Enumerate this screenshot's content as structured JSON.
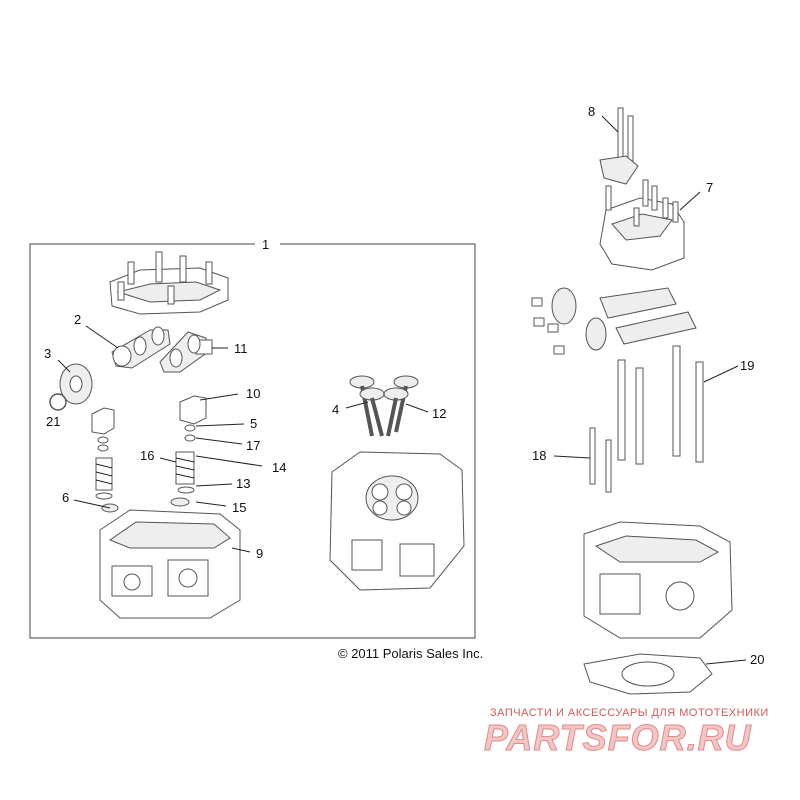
{
  "callouts": {
    "c1": "1",
    "c2": "2",
    "c3": "3",
    "c4": "4",
    "c5": "5",
    "c6": "6",
    "c7": "7",
    "c8": "8",
    "c9": "9",
    "c10": "10",
    "c11": "11",
    "c12": "12",
    "c13": "13",
    "c14": "14",
    "c15": "15",
    "c16": "16",
    "c17": "17",
    "c18": "18",
    "c19": "19",
    "c20": "20",
    "c21": "21"
  },
  "copyright": "© 2011 Polaris Sales Inc.",
  "watermark": {
    "tagline": "ЗАПЧАСТИ И АКСЕССУАРЫ ДЛЯ МОТОТЕХНИКИ",
    "brand": "PARTSFOR.RU"
  }
}
